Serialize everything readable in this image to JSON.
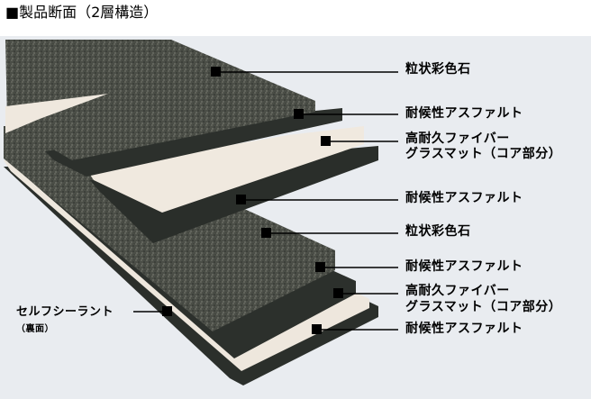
{
  "title": "■製品断面（2層構造）",
  "labels": [
    {
      "id": "l1",
      "text": "粒状彩色石"
    },
    {
      "id": "l2",
      "text": "耐候性アスファルト"
    },
    {
      "id": "l3a",
      "text": "高耐久ファイバー"
    },
    {
      "id": "l3b",
      "text": "グラスマット（コア部分）"
    },
    {
      "id": "l4",
      "text": "耐候性アスファルト"
    },
    {
      "id": "l5",
      "text": "粒状彩色石"
    },
    {
      "id": "l6",
      "text": "耐候性アスファルト"
    },
    {
      "id": "l7a",
      "text": "高耐久ファイバー"
    },
    {
      "id": "l7b",
      "text": "グラスマット（コア部分）"
    },
    {
      "id": "l8",
      "text": "耐候性アスファルト"
    }
  ],
  "left_label": {
    "text": "セルフシーラント",
    "sub": "（裏面）"
  },
  "colors": {
    "granule": "#4a4d46",
    "asphalt": "#2b2f2b",
    "fiber": "#efe8de",
    "background": "#e9ecf0"
  }
}
